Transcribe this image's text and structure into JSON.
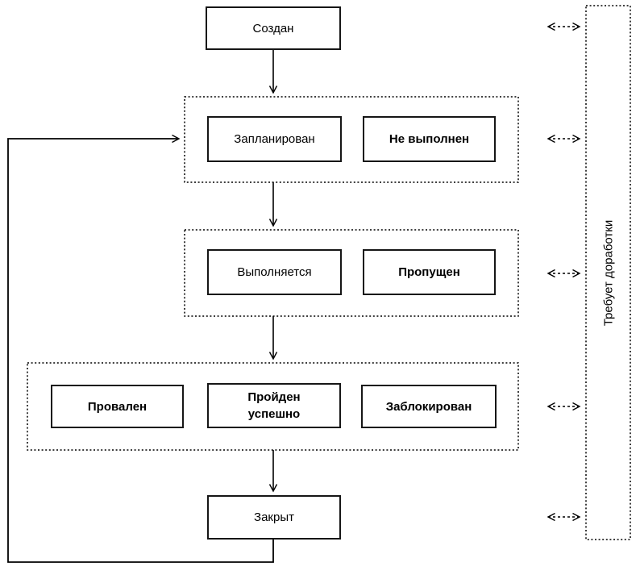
{
  "diagram": {
    "description": "Test case status lifecycle flowchart",
    "nodes": {
      "created": "Создан",
      "planned": "Запланирован",
      "not_executed": "Не выполнен",
      "executing": "Выполняется",
      "skipped": "Пропущен",
      "failed": "Провален",
      "passed": "Пройден\nуспешно",
      "blocked": "Заблокирован",
      "closed": "Закрыт",
      "rework": "Требует доработки"
    },
    "groups": [
      {
        "members": [
          "planned",
          "not_executed"
        ]
      },
      {
        "members": [
          "executing",
          "skipped"
        ]
      },
      {
        "members": [
          "failed",
          "passed",
          "blocked"
        ]
      },
      {
        "members": [
          "rework"
        ]
      }
    ],
    "edges": [
      {
        "from": "created",
        "to": "planned-group",
        "style": "solid-arrow"
      },
      {
        "from": "planned-group",
        "to": "executing-group",
        "style": "solid-arrow"
      },
      {
        "from": "executing-group",
        "to": "results-group",
        "style": "solid-arrow"
      },
      {
        "from": "results-group",
        "to": "closed",
        "style": "solid-arrow"
      },
      {
        "from": "closed",
        "to": "planned-group",
        "style": "solid-arrow-loop-left"
      },
      {
        "from": "created",
        "to": "rework",
        "style": "dashed-double-arrow"
      },
      {
        "from": "planned-group",
        "to": "rework",
        "style": "dashed-double-arrow"
      },
      {
        "from": "executing-group",
        "to": "rework",
        "style": "dashed-double-arrow"
      },
      {
        "from": "results-group",
        "to": "rework",
        "style": "dashed-double-arrow"
      },
      {
        "from": "closed",
        "to": "rework",
        "style": "dashed-double-arrow"
      }
    ],
    "colors": {
      "line": "#000000",
      "box_border": "#161616",
      "background": "#ffffff",
      "box_background": "#ffffff"
    }
  }
}
